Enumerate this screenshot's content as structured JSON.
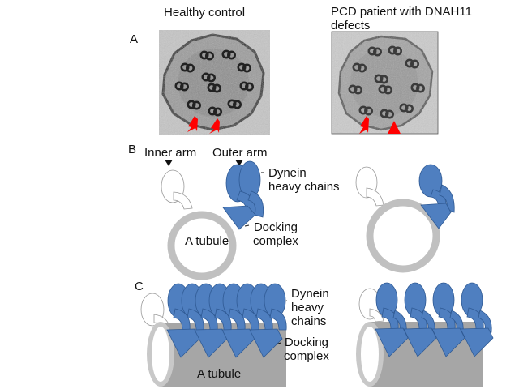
{
  "columns": {
    "left_title": "Healthy control",
    "right_title_line1": "PCD patient with DNAH11",
    "right_title_line2": "defects"
  },
  "panels": {
    "a": {
      "label": "A",
      "left_image": "TEM cross-section of healthy cilium (9+2 axoneme)",
      "right_image": "TEM cross-section of PCD patient cilium",
      "left_markers": [
        "arrow",
        "arrow"
      ],
      "right_markers": [
        "arrow",
        "arrowhead"
      ]
    },
    "b": {
      "label": "B",
      "inner_arm": "Inner arm",
      "outer_arm": "Outer arm",
      "dynein_line1": "Dynein",
      "dynein_line2": "heavy chains",
      "docking_line1": "Docking",
      "docking_line2": "complex",
      "tubule": "A tubule"
    },
    "c": {
      "label": "C",
      "dynein_line1": "Dynein",
      "dynein_line2": "heavy",
      "dynein_line3": "chains",
      "docking_line1": "Docking",
      "docking_line2": "complex",
      "tubule": "A tubule",
      "left_outer_arm_units": 4,
      "right_outer_arm_units": 4
    }
  },
  "colors": {
    "dynein_blue": "#4f7fc0",
    "dynein_stroke": "#2f5a94",
    "tubule_gray": "#c0c0c0",
    "cylinder_gray": "#a6a6a6",
    "arrow_red": "#ff0000"
  }
}
